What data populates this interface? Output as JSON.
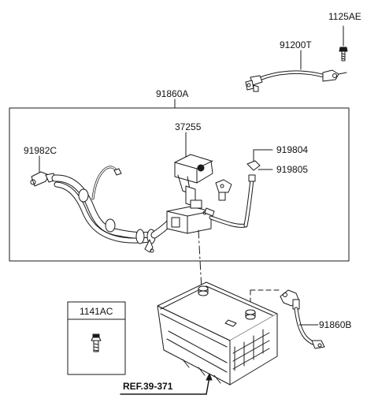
{
  "labels": {
    "bolt_top": "1125AE",
    "ground_cable": "91200T",
    "wiring_assembly": "91860A",
    "battery_cover": "37255",
    "left_terminal": "91982C",
    "clip_a": "919804",
    "clip_b": "919805",
    "bolt_box": "1141AC",
    "battery_cable": "91860B",
    "reference": "REF.39-371"
  },
  "colors": {
    "line": "#1a1a1a",
    "background": "#ffffff"
  }
}
